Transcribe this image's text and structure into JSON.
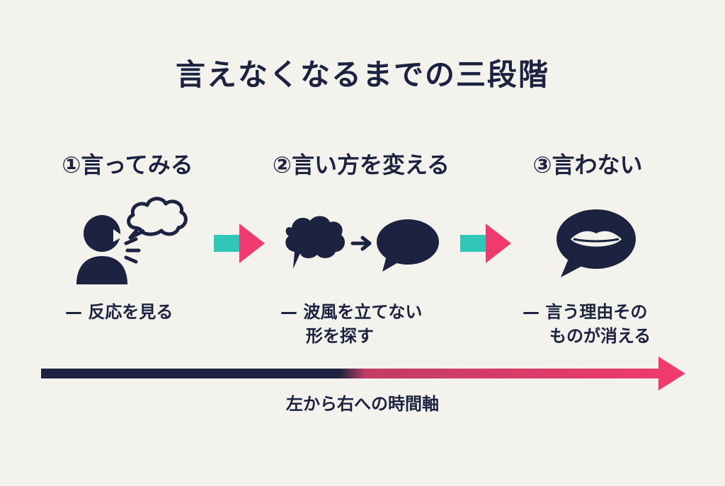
{
  "title": "言えなくなるまでの三段階",
  "stages": [
    {
      "label": "①言ってみる",
      "desc": [
        "— 反応を見る"
      ]
    },
    {
      "label": "②言い方を変える",
      "desc": [
        "— 波風を立てない",
        "形を探す"
      ]
    },
    {
      "label": "③言わない",
      "desc": [
        "— 言う理由その",
        "ものが消える"
      ]
    }
  ],
  "timeline": {
    "label": "左から右への時間軸"
  },
  "colors": {
    "navy": "#1c2340",
    "teal": "#2fc8b8",
    "pink": "#ee3a6c",
    "background": "#f4f2ec"
  }
}
